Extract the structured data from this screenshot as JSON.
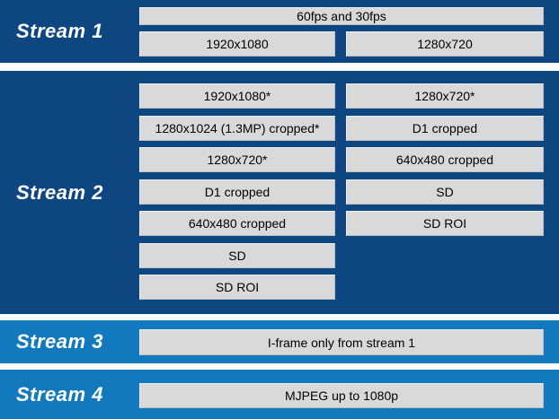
{
  "diagram": {
    "type": "video-stream-capability-diagram",
    "colors": {
      "dark_band_blue": "#0D4680",
      "light_band_blue": "#1279BE",
      "box_gray": "#D9D9D9",
      "box_text": "#000000",
      "label_text": "#FFFFFF",
      "gap_white": "#FFFFFF"
    }
  },
  "stream1": {
    "label": "Stream 1",
    "framerate_box": "60fps and 30fps",
    "boxes": [
      "1920x1080",
      "1280x720"
    ]
  },
  "stream2": {
    "label": "Stream 2",
    "left_boxes": [
      "1920x1080*",
      "1280x1024 (1.3MP) cropped*",
      "1280x720*",
      "D1 cropped",
      "640x480 cropped",
      "SD",
      "SD ROI"
    ],
    "right_boxes": [
      "1280x720*",
      "D1 cropped",
      "640x480 cropped",
      "SD",
      "SD ROI"
    ]
  },
  "stream3": {
    "label": "Stream 3",
    "box": "I-frame only from stream 1"
  },
  "stream4": {
    "label": "Stream 4",
    "box": "MJPEG up to 1080p"
  }
}
